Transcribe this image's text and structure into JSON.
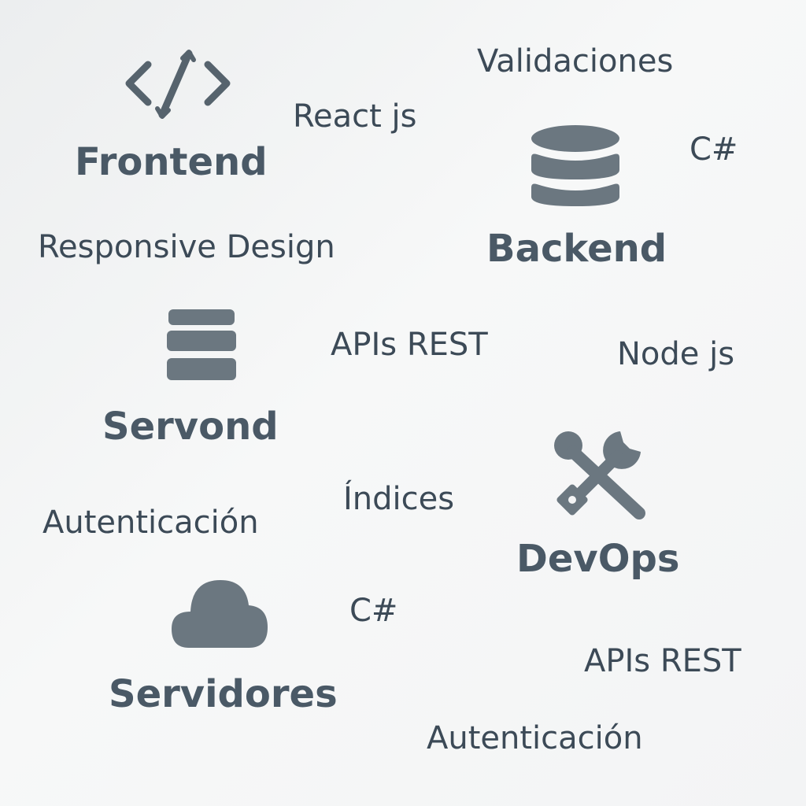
{
  "colors": {
    "icon": "#6b7780",
    "heading": "#4a5966",
    "term": "#3c4a57",
    "background": "#f3f4f5"
  },
  "categories": {
    "frontend": {
      "label": "Frontend",
      "icon": "code-brackets-icon"
    },
    "backend": {
      "label": "Backend",
      "icon": "database-icon"
    },
    "servond": {
      "label": "Servond",
      "icon": "server-stack-icon"
    },
    "devops": {
      "label": "DevOps",
      "icon": "wrench-screwdriver-icon"
    },
    "servidores": {
      "label": "Servidores",
      "icon": "cloud-icon"
    }
  },
  "terms": {
    "validaciones": "Validaciones",
    "react_js": "React js",
    "csharp_top": "C#",
    "responsive_design": "Responsive Design",
    "apis_rest_middle": "APIs REST",
    "node_js": "Node js",
    "indices": "Índices",
    "autenticacion_left": "Autenticación",
    "csharp_bottom": "C#",
    "apis_rest_bottom": "APIs REST",
    "autenticacion_bottom": "Autenticación"
  }
}
